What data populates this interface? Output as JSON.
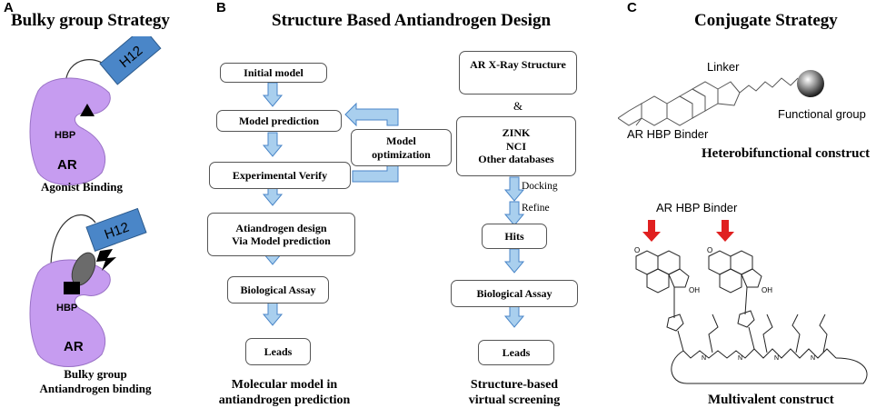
{
  "panel_a": {
    "letter": "A",
    "title": "Bulky group Strategy",
    "top": {
      "helix": "H12",
      "pocket": "HBP",
      "receptor": "AR",
      "caption": "Agonist Binding"
    },
    "bottom": {
      "helix": "H12",
      "pocket": "HBP",
      "receptor": "AR",
      "caption": "Bulky group\nAntiandrogen binding"
    },
    "colors": {
      "receptor": "#c69cf0",
      "helix": "#4a86c8",
      "bulky": "#6b6b6b"
    }
  },
  "panel_b": {
    "letter": "B",
    "title": "Structure Based Antiandrogen Design",
    "left_flow": [
      "Initial model",
      "Model prediction",
      "Experimental Verify",
      "Atiandrogen design\nVia Model prediction",
      "Biological Assay",
      "Leads"
    ],
    "loop_box": "Model\noptimization",
    "left_caption": "Molecular model in\nantiandrogen prediction",
    "right_flow": [
      "AR X-Ray Structure",
      "ZINK\nNCI\nOther databases",
      "Hits",
      "Biological Assay",
      "Leads"
    ],
    "ampersand": "&",
    "docking_label": "Docking",
    "refine_label": "Refine",
    "right_caption": "Structure-based\nvirtual screening",
    "arrow_color": "#a9cfee",
    "arrow_stroke": "#4a86c8"
  },
  "panel_c": {
    "letter": "C",
    "title": "Conjugate Strategy",
    "linker_label": "Linker",
    "functional_group_label": "Functional group",
    "binder_label": "AR HBP Binder",
    "hetero_caption": "Heterobifunctional construct",
    "multi_binder_label": "AR HBP Binder",
    "multi_caption": "Multivalent construct",
    "atom_labels": {
      "oxygen": "O",
      "hydroxyl": "OH",
      "nitrogen": "N"
    },
    "arrow_color": "#e02020"
  }
}
